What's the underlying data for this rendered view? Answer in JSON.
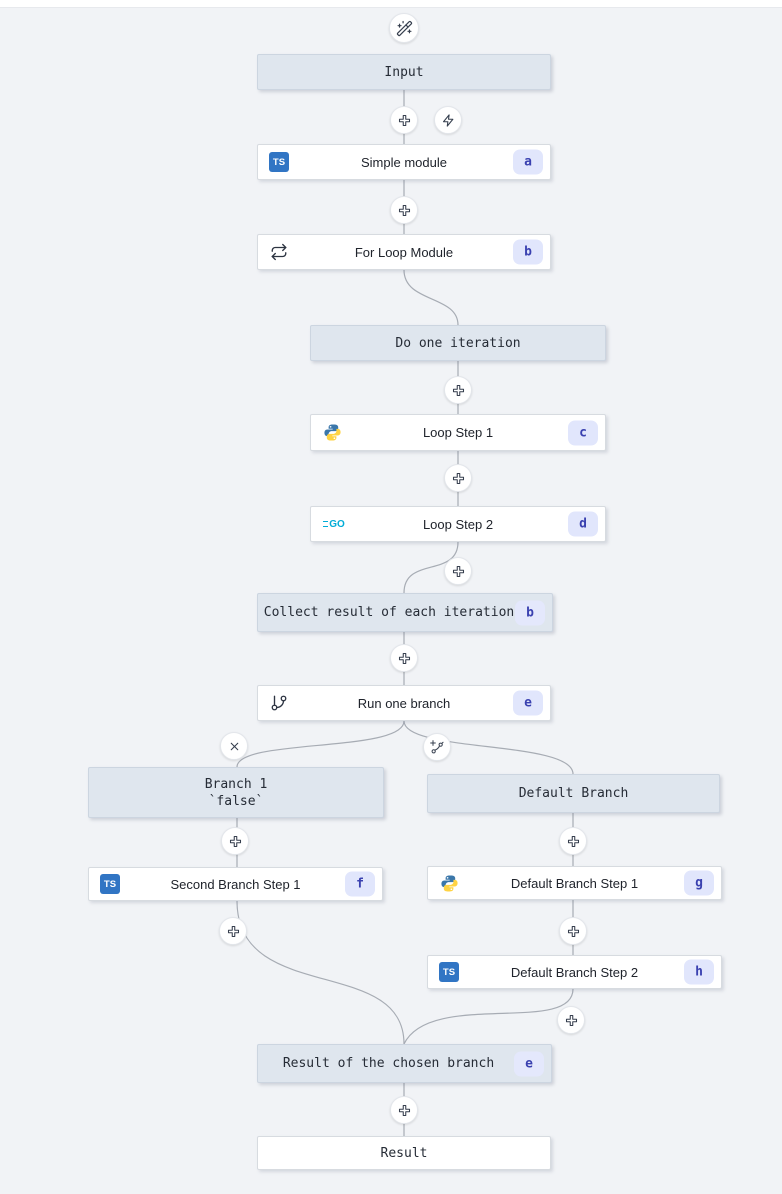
{
  "app": {
    "name": "workflow-editor-canvas"
  },
  "colors": {
    "canvas_bg": "#f1f3f6",
    "header_node_bg": "#dfe6ee",
    "module_node_bg": "#ffffff",
    "badge_bg": "#e1e6fc",
    "badge_text": "#3a41b0",
    "edge": "#a7acb4",
    "typescript_blue": "#3175c4",
    "python_blue": "#3b77aa",
    "python_yellow": "#ffd343",
    "go_cyan": "#00acd7"
  },
  "icons": {
    "ts_label": "TS",
    "go_label": "GO",
    "names": [
      "wand-sparkles-icon",
      "plus-icon",
      "zap-icon",
      "repeat-icon",
      "git-branch-icon",
      "close-x-icon",
      "add-branch-icon",
      "typescript-icon",
      "python-icon",
      "go-icon"
    ]
  },
  "nodes": [
    {
      "id": "input",
      "type": "header",
      "label": "Input"
    },
    {
      "id": "a",
      "type": "module",
      "label": "Simple module",
      "language": "typescript",
      "badge": "a"
    },
    {
      "id": "b",
      "type": "module",
      "label": "For Loop Module",
      "icon": "repeat",
      "badge": "b"
    },
    {
      "id": "do-iteration",
      "type": "header",
      "label": "Do one iteration"
    },
    {
      "id": "c",
      "type": "module",
      "label": "Loop Step 1",
      "language": "python",
      "badge": "c"
    },
    {
      "id": "d",
      "type": "module",
      "label": "Loop Step 2",
      "language": "go",
      "badge": "d"
    },
    {
      "id": "collect",
      "type": "header",
      "label": "Collect result of each iteration",
      "badge": "b"
    },
    {
      "id": "e",
      "type": "module",
      "label": "Run one branch",
      "icon": "git-branch",
      "badge": "e"
    },
    {
      "id": "branch1",
      "type": "header",
      "label": "Branch 1",
      "sublabel": "`false`"
    },
    {
      "id": "default-branch",
      "type": "header",
      "label": "Default Branch"
    },
    {
      "id": "f",
      "type": "module",
      "label": "Second Branch Step 1",
      "language": "typescript",
      "badge": "f"
    },
    {
      "id": "g",
      "type": "module",
      "label": "Default Branch Step 1",
      "language": "python",
      "badge": "g"
    },
    {
      "id": "h",
      "type": "module",
      "label": "Default Branch Step 2",
      "language": "typescript",
      "badge": "h"
    },
    {
      "id": "result-branch",
      "type": "header",
      "label": "Result of the chosen branch",
      "badge": "e"
    },
    {
      "id": "result",
      "type": "end",
      "label": "Result"
    }
  ]
}
